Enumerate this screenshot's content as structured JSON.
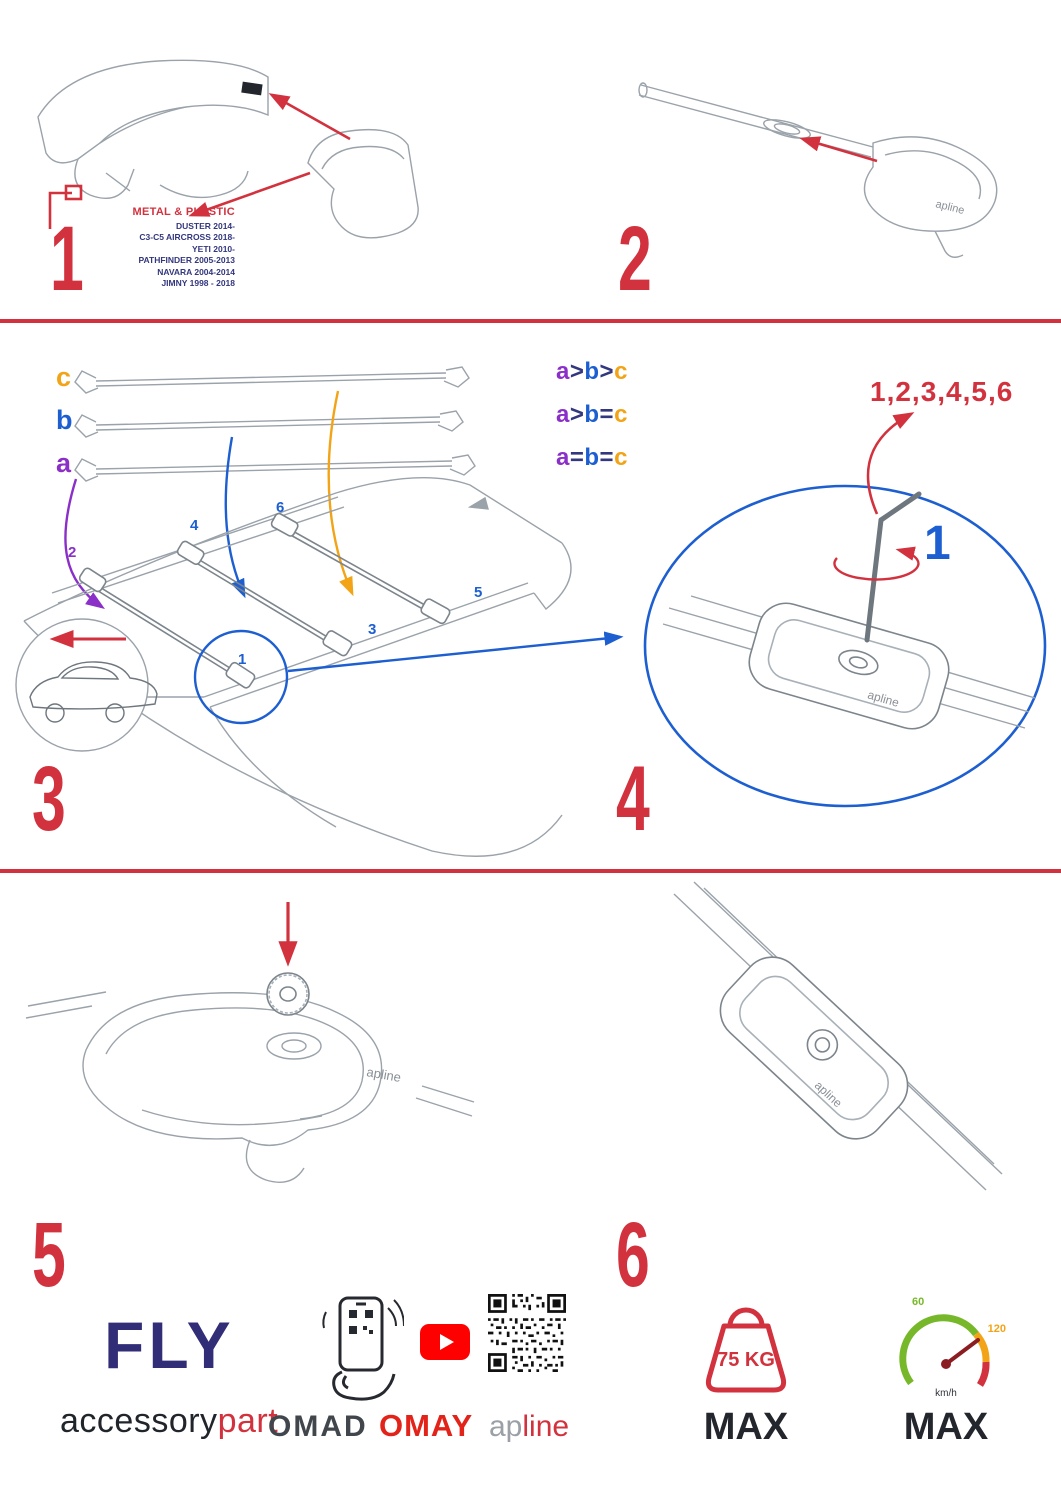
{
  "colors": {
    "red": "#d2323e",
    "navy": "#33377e",
    "blue": "#1d5fd1",
    "purple": "#8b2fc9",
    "orange": "#f2a416",
    "green": "#76b82a",
    "youtube": "#ff0000",
    "line_gray": "#9aa2aa"
  },
  "steps": [
    "1",
    "2",
    "3",
    "4",
    "5",
    "6"
  ],
  "panel1": {
    "materials": "METAL & PLASTIC",
    "models": [
      "DUSTER 2014-",
      "C3-C5 AIRCROSS 2018-",
      "YETI 2010-",
      "PATHFINDER 2005-2013",
      "NAVARA 2004-2014",
      "JIMNY 1998 - 2018"
    ]
  },
  "panel3": {
    "bar_labels": [
      "c",
      "b",
      "a"
    ],
    "legend": [
      {
        "a": "a",
        "op1": ">",
        "b": "b",
        "op2": ">",
        "c": "c"
      },
      {
        "a": "a",
        "op1": ">",
        "b": "b",
        "op2": "=",
        "c": "c"
      },
      {
        "a": "a",
        "op1": "=",
        "b": "b",
        "op2": "=",
        "c": "c"
      }
    ],
    "positions": [
      "1",
      "2",
      "3",
      "4",
      "5",
      "6"
    ]
  },
  "panel4": {
    "sequence": "1,2,3,4,5,6",
    "callout": "1"
  },
  "brand": {
    "apline": "apline"
  },
  "footer": {
    "fly": "FLY",
    "accessory": "accessory",
    "part": "part",
    "omad": "OMAD",
    "omay": "OMAY",
    "apline_ap": "ap",
    "apline_line": "line",
    "weight": {
      "value": "75 KG",
      "max": "MAX"
    },
    "speed": {
      "low": "60",
      "high": "120",
      "unit": "km/h",
      "max": "MAX"
    }
  }
}
